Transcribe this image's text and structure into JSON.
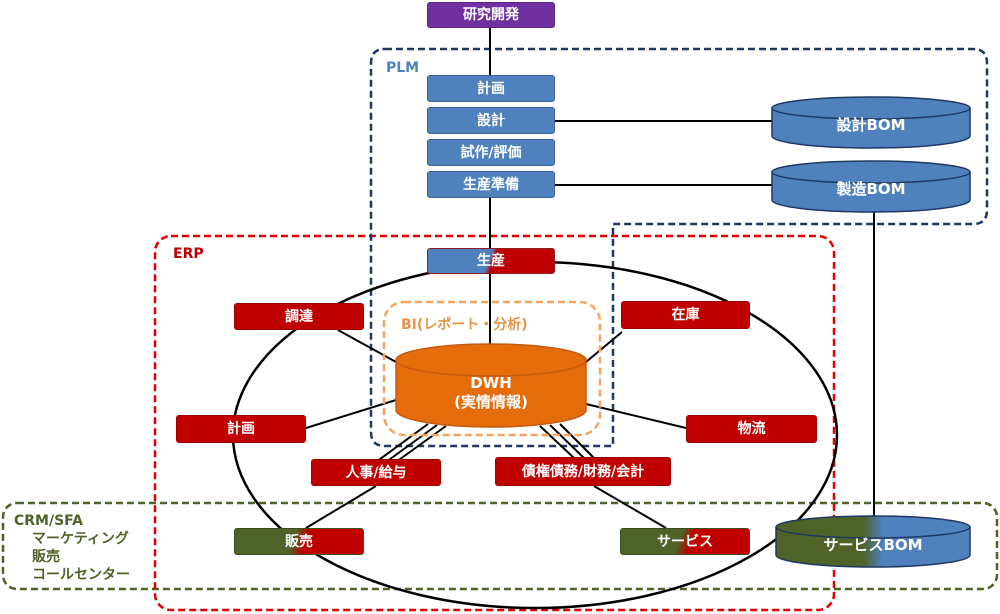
{
  "top": {
    "rd_label": "研究開発"
  },
  "plm": {
    "title": "PLM",
    "steps": [
      "計画",
      "設計",
      "試作/評価",
      "生産準備"
    ],
    "design_bom": "設計BOM",
    "mfg_bom": "製造BOM"
  },
  "erp": {
    "title": "ERP",
    "production": "生産",
    "procurement": "調達",
    "inventory": "在庫",
    "planning": "計画",
    "logistics": "物流",
    "hr_payroll": "人事/給与",
    "finance": "債権債務/財務/会計"
  },
  "bi": {
    "title": "BI(レポート・分析)",
    "dwh_line1": "DWH",
    "dwh_line2": "(実情情報)"
  },
  "crm": {
    "title": "CRM/SFA",
    "items": [
      "マーケティング",
      "販売",
      "コールセンター"
    ],
    "sales": "販売",
    "service": "サービス",
    "service_bom": "サービスBOM"
  },
  "colors": {
    "plm_border": "#1f3864",
    "plm_title": "#4f81bd",
    "erp_border": "#e00000",
    "erp_title": "#c00000",
    "bi_border": "#f4a460",
    "bi_title": "#e69448",
    "crm_border": "#4f6228",
    "blue": "#4f81bd",
    "red": "#c00000",
    "green": "#4f6228",
    "orange": "#e46c0a",
    "purple": "#7030a0"
  }
}
